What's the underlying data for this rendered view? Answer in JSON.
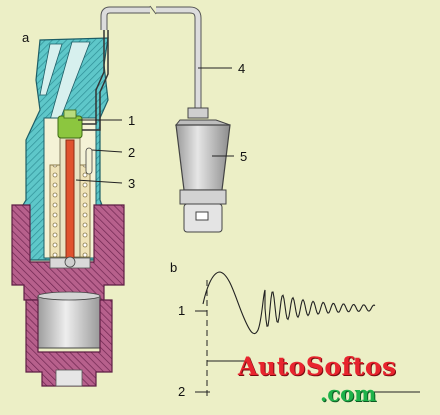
{
  "labels": {
    "panel_a": "a",
    "panel_b": "b",
    "callout_1": "1",
    "callout_2": "2",
    "callout_3": "3",
    "callout_4": "4",
    "callout_5": "5",
    "graph_level_1": "1",
    "graph_level_2": "2"
  },
  "watermark": {
    "main": "AutoSoftos",
    "sub": ".com"
  },
  "colors": {
    "background": "#ecefc6",
    "housing_blue": "#5ec7c9",
    "hatch_blue": "#2f8f96",
    "body_magenta": "#a74c7a",
    "spring_tan": "#d2c083",
    "needle_red": "#e0512f",
    "sensor_green": "#8cc63f",
    "plug_gray": "#c9c9c9",
    "watermark_red": "#e8242e",
    "watermark_green": "#1fb24a"
  }
}
